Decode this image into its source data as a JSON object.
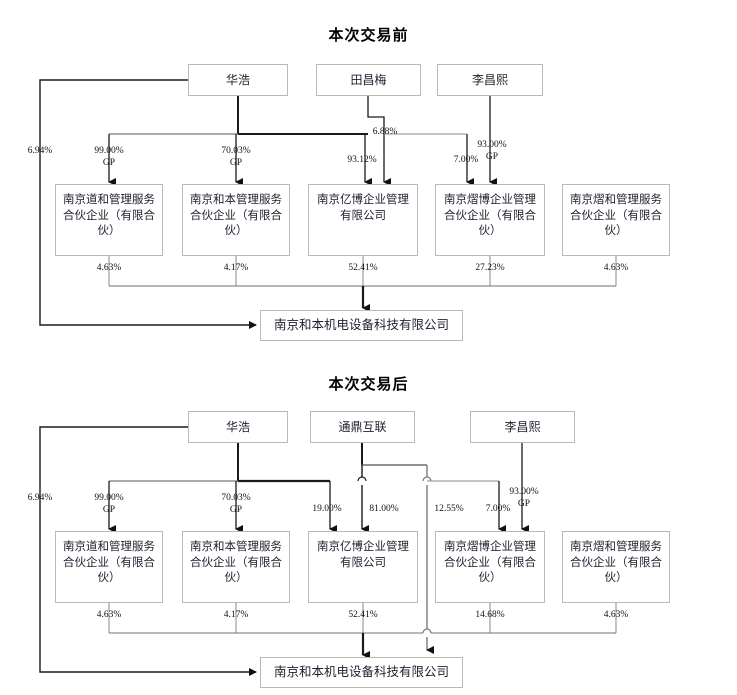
{
  "page": {
    "background": "#ffffff",
    "line_color_dark": "#1a1a1a",
    "line_color_light": "#8a8a8a",
    "box_border": "#b9b9b9"
  },
  "diagrams": [
    {
      "id": "before",
      "title": "本次交易前",
      "persons": [
        {
          "id": "huahao",
          "label": "华浩"
        },
        {
          "id": "tianchangmei",
          "label": "田昌梅"
        },
        {
          "id": "lichangxi",
          "label": "李昌熙"
        }
      ],
      "entities": [
        {
          "id": "daohe",
          "label": "南京道和管理服务合伙企业（有限合伙）"
        },
        {
          "id": "heben",
          "label": "南京和本管理服务合伙企业（有限合伙）"
        },
        {
          "id": "yibo",
          "label": "南京亿博企业管理有限公司"
        },
        {
          "id": "xibo",
          "label": "南京熠博企业管理合伙企业（有限合伙）"
        },
        {
          "id": "xihe",
          "label": "南京熠和管理服务合伙企业（有限合伙）"
        }
      ],
      "target": {
        "id": "target",
        "label": "南京和本机电设备科技有限公司"
      },
      "edges": [
        {
          "from": "huahao",
          "to": "target",
          "label": "6.94%",
          "gp": ""
        },
        {
          "from": "huahao",
          "to": "daohe",
          "label": "99.00%",
          "gp": "GP"
        },
        {
          "from": "huahao",
          "to": "heben",
          "label": "70.03%",
          "gp": "GP"
        },
        {
          "from": "huahao",
          "to": "yibo",
          "label": "93.12%",
          "gp": ""
        },
        {
          "from": "tianchangmei",
          "to": "yibo",
          "label": "6.88%",
          "gp": ""
        },
        {
          "from": "lichangxi",
          "to": "xibo",
          "label": "7.00%",
          "gp": ""
        },
        {
          "from": "lichangxi",
          "to": "xihe",
          "label": "93.00%",
          "gp": "GP"
        },
        {
          "from": "daohe",
          "to": "target",
          "label": "4.63%",
          "gp": ""
        },
        {
          "from": "heben",
          "to": "target",
          "label": "4.17%",
          "gp": ""
        },
        {
          "from": "yibo",
          "to": "target",
          "label": "52.41%",
          "gp": ""
        },
        {
          "from": "xibo",
          "to": "target",
          "label": "27.23%",
          "gp": ""
        },
        {
          "from": "xihe",
          "to": "target",
          "label": "4.63%",
          "gp": ""
        }
      ]
    },
    {
      "id": "after",
      "title": "本次交易后",
      "persons": [
        {
          "id": "huahao",
          "label": "华浩"
        },
        {
          "id": "tongding",
          "label": "通鼎互联"
        },
        {
          "id": "lichangxi",
          "label": "李昌熙"
        }
      ],
      "entities": [
        {
          "id": "daohe",
          "label": "南京道和管理服务合伙企业（有限合伙）"
        },
        {
          "id": "heben",
          "label": "南京和本管理服务合伙企业（有限合伙）"
        },
        {
          "id": "yibo",
          "label": "南京亿博企业管理有限公司"
        },
        {
          "id": "xibo",
          "label": "南京熠博企业管理合伙企业（有限合伙）"
        },
        {
          "id": "xihe",
          "label": "南京熠和管理服务合伙企业（有限合伙）"
        }
      ],
      "target": {
        "id": "target",
        "label": "南京和本机电设备科技有限公司"
      },
      "edges": [
        {
          "from": "huahao",
          "to": "target",
          "label": "6.94%",
          "gp": ""
        },
        {
          "from": "huahao",
          "to": "daohe",
          "label": "99.00%",
          "gp": "GP"
        },
        {
          "from": "huahao",
          "to": "heben",
          "label": "70.03%",
          "gp": "GP"
        },
        {
          "from": "huahao",
          "to": "yibo",
          "label": "19.00%",
          "gp": ""
        },
        {
          "from": "tongding",
          "to": "yibo",
          "label": "81.00%",
          "gp": ""
        },
        {
          "from": "tongding",
          "to": "target",
          "label": "12.55%",
          "gp": ""
        },
        {
          "from": "lichangxi",
          "to": "xibo",
          "label": "7.00%",
          "gp": ""
        },
        {
          "from": "lichangxi",
          "to": "xihe",
          "label": "93.00%",
          "gp": "GP"
        },
        {
          "from": "daohe",
          "to": "target",
          "label": "4.63%",
          "gp": ""
        },
        {
          "from": "heben",
          "to": "target",
          "label": "4.17%",
          "gp": ""
        },
        {
          "from": "yibo",
          "to": "target",
          "label": "52.41%",
          "gp": ""
        },
        {
          "from": "xibo",
          "to": "target",
          "label": "14.68%",
          "gp": ""
        },
        {
          "from": "xihe",
          "to": "target",
          "label": "4.63%",
          "gp": ""
        }
      ]
    }
  ],
  "labels": {
    "before": {
      "pct_left": "6.94%",
      "pct_daohe": "99.00%",
      "gp_daohe": "GP",
      "pct_heben": "70.03%",
      "gp_heben": "GP",
      "pct_yibo_hh": "93.12%",
      "pct_yibo_tcm": "6.88%",
      "pct_xibo_lcx": "7.00%",
      "pct_xihe_lcx": "93.00%",
      "gp_xihe": "GP",
      "pct_daohe_t": "4.63%",
      "pct_heben_t": "4.17%",
      "pct_yibo_t": "52.41%",
      "pct_xibo_t": "27.23%",
      "pct_xihe_t": "4.63%"
    },
    "after": {
      "pct_left": "6.94%",
      "pct_daohe": "99.00%",
      "gp_daohe": "GP",
      "pct_heben": "70.03%",
      "gp_heben": "GP",
      "pct_yibo_hh": "19.00%",
      "pct_yibo_td": "81.00%",
      "pct_td_target": "12.55%",
      "pct_xibo_lcx": "7.00%",
      "pct_xihe_lcx": "93.00%",
      "gp_xihe": "GP",
      "pct_daohe_t": "4.63%",
      "pct_heben_t": "4.17%",
      "pct_yibo_t": "52.41%",
      "pct_xibo_t": "14.68%",
      "pct_xihe_t": "4.63%"
    }
  }
}
